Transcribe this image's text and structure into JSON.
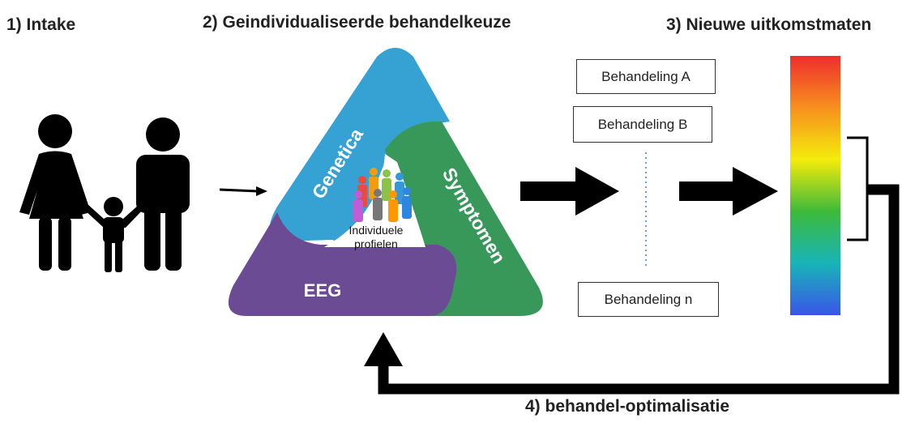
{
  "headings": {
    "intake": "1) Intake",
    "treatment_choice": "2) Geindividualiseerde behandelkeuze",
    "outcome_measures": "3) Nieuwe uitkomstmaten",
    "optimization": "4) behandel-optimalisatie"
  },
  "triangle": {
    "genetics_label": "Genetica",
    "symptoms_label": "Symptomen",
    "eeg_label": "EEG",
    "center_label_line1": "Individuele",
    "center_label_line2": "profielen",
    "colors": {
      "genetics": "#36a1d3",
      "symptoms": "#38985a",
      "eeg": "#6b4c94"
    }
  },
  "treatments": {
    "a": "Behandeling A",
    "b": "Behandeling B",
    "n": "Behandeling n"
  },
  "people_colors": [
    "#e74c3c",
    "#f39c12",
    "#8bc34a",
    "#3498db",
    "#c25bd6",
    "#777777",
    "#ff9800",
    "#2e86de"
  ],
  "spectrum_colors": [
    "#ee2d2d",
    "#f7901e",
    "#f4ec0b",
    "#3dba3a",
    "#18b4b8",
    "#3a55e8"
  ]
}
